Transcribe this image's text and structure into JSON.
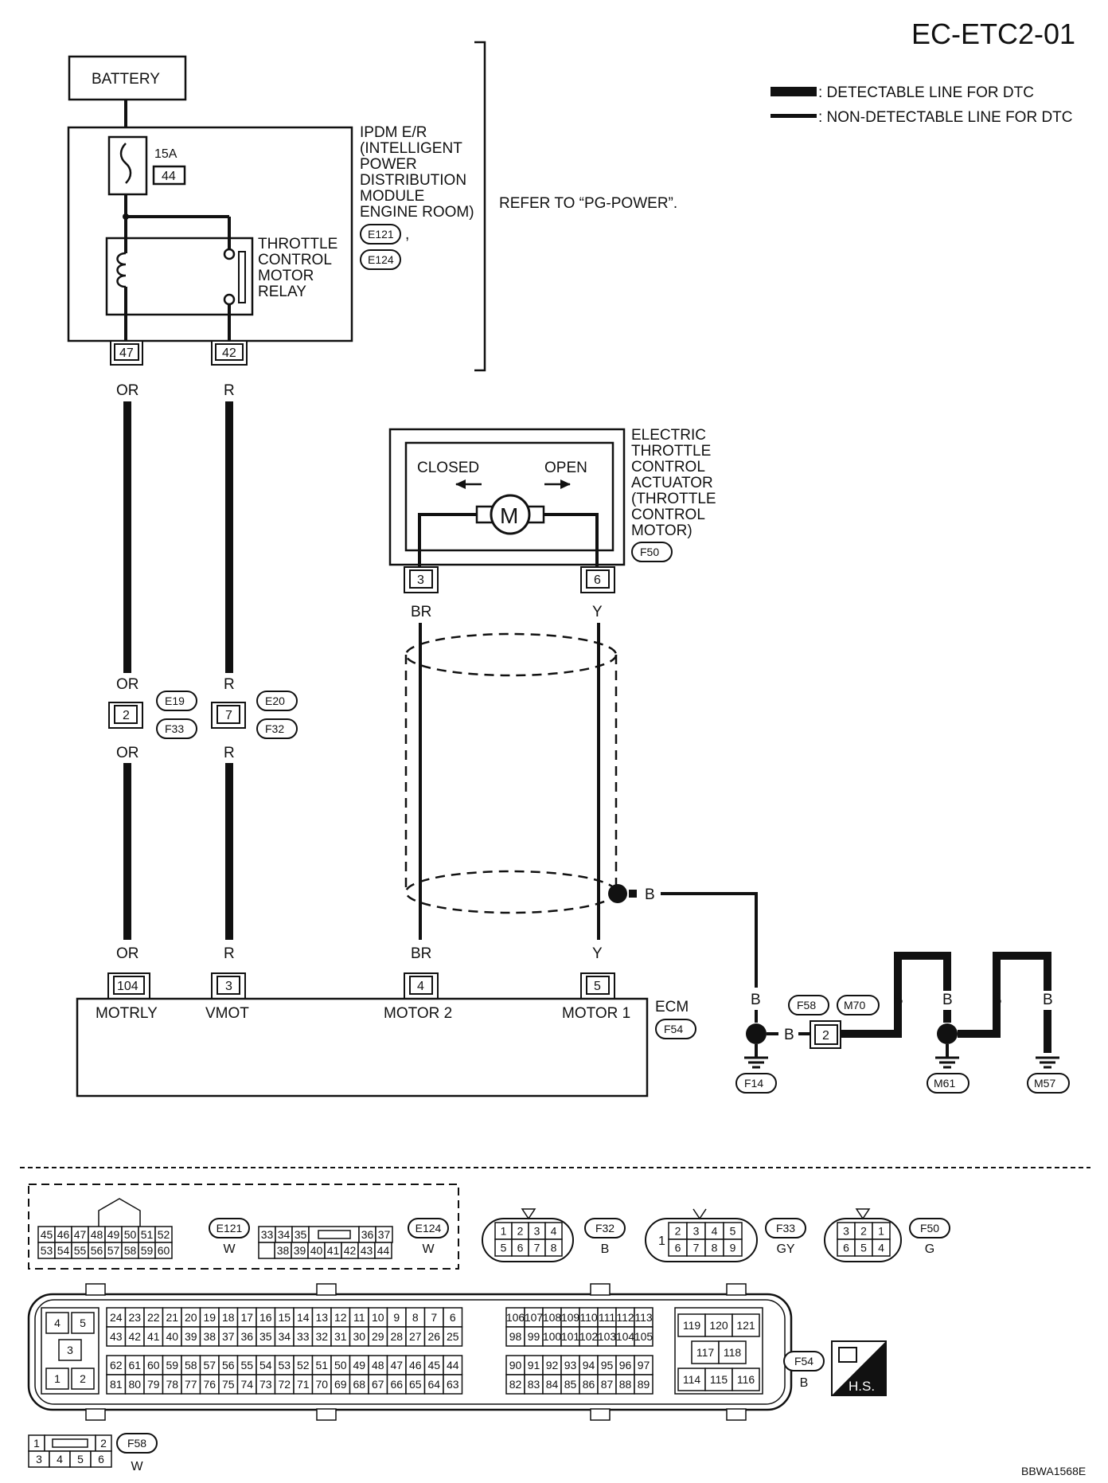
{
  "page_id": "EC-ETC2-01",
  "legend": {
    "detectable": ": DETECTABLE LINE FOR DTC",
    "non_detectable": ": NON-DETECTABLE LINE FOR DTC"
  },
  "battery": "BATTERY",
  "fuse": {
    "rating": "15A",
    "number": "44"
  },
  "ipdm": {
    "lines": [
      "IPDM E/R",
      "(INTELLIGENT",
      "POWER",
      "DISTRIBUTION",
      "MODULE",
      "ENGINE ROOM)"
    ],
    "connectors": [
      "E121",
      "E124"
    ],
    "separator": ","
  },
  "refer": "REFER TO “PG-POWER”.",
  "relay": {
    "lines": [
      "THROTTLE",
      "CONTROL",
      "MOTOR",
      "RELAY"
    ]
  },
  "ipdm_pins": [
    "47",
    "42"
  ],
  "wire_colors": {
    "or": "OR",
    "r": "R",
    "br": "BR",
    "y": "Y",
    "b": "B"
  },
  "actuator": {
    "lines": [
      "ELECTRIC",
      "THROTTLE",
      "CONTROL",
      "ACTUATOR",
      "(THROTTLE",
      "CONTROL",
      "MOTOR)"
    ],
    "connector": "F50",
    "closed": "CLOSED",
    "open": "OPEN",
    "motor": "M",
    "pins": [
      "3",
      "6"
    ]
  },
  "joint": {
    "pins": [
      "2",
      "7"
    ],
    "connectors_top": [
      "E19",
      "E20"
    ],
    "connectors_bottom": [
      "F33",
      "F32"
    ]
  },
  "ecm": {
    "name": "ECM",
    "connector": "F54",
    "pins": [
      "104",
      "3",
      "4",
      "5"
    ],
    "terminals": [
      "MOTRLY",
      "VMOT",
      "MOTOR 2",
      "MOTOR 1"
    ]
  },
  "ground": {
    "joint_connectors": [
      "F58",
      "M70"
    ],
    "joint_pin": "2",
    "grounds": [
      "F14",
      "M61",
      "M57"
    ]
  },
  "connector_views": {
    "e121": {
      "name": "E121",
      "color": "W",
      "top": [
        "45",
        "46",
        "47",
        "48",
        "49",
        "50",
        "51",
        "52"
      ],
      "bottom": [
        "53",
        "54",
        "55",
        "56",
        "57",
        "58",
        "59",
        "60"
      ]
    },
    "e124": {
      "name": "E124",
      "color": "W",
      "top": [
        "33",
        "34",
        "35",
        "36",
        "37"
      ],
      "bottom": [
        "38",
        "39",
        "40",
        "41",
        "42",
        "43",
        "44"
      ]
    },
    "f32": {
      "name": "F32",
      "color": "B",
      "top": [
        "1",
        "2",
        "3",
        "4"
      ],
      "bottom": [
        "5",
        "6",
        "7",
        "8"
      ]
    },
    "f33": {
      "name": "F33",
      "color": "GY",
      "left": "1",
      "top": [
        "2",
        "3",
        "4",
        "5"
      ],
      "bottom": [
        "6",
        "7",
        "8",
        "9"
      ]
    },
    "f50": {
      "name": "F50",
      "color": "G",
      "top": [
        "3",
        "2",
        "1"
      ],
      "bottom": [
        "6",
        "5",
        "4"
      ]
    },
    "f54": {
      "name": "F54",
      "color": "B",
      "left_block": [
        "4",
        "5",
        "3",
        "1",
        "2"
      ],
      "row1": [
        "24",
        "23",
        "22",
        "21",
        "20",
        "19",
        "18",
        "17",
        "16",
        "15",
        "14",
        "13",
        "12",
        "11",
        "10",
        "9",
        "8",
        "7",
        "6"
      ],
      "row2": [
        "43",
        "42",
        "41",
        "40",
        "39",
        "38",
        "37",
        "36",
        "35",
        "34",
        "33",
        "32",
        "31",
        "30",
        "29",
        "28",
        "27",
        "26",
        "25"
      ],
      "row3": [
        "62",
        "61",
        "60",
        "59",
        "58",
        "57",
        "56",
        "55",
        "54",
        "53",
        "52",
        "51",
        "50",
        "49",
        "48",
        "47",
        "46",
        "45",
        "44"
      ],
      "row4": [
        "81",
        "80",
        "79",
        "78",
        "77",
        "76",
        "75",
        "74",
        "73",
        "72",
        "71",
        "70",
        "69",
        "68",
        "67",
        "66",
        "65",
        "64",
        "63"
      ],
      "row5": [
        "106",
        "107",
        "108",
        "109",
        "110",
        "111",
        "112",
        "113"
      ],
      "row6": [
        "98",
        "99",
        "100",
        "101",
        "102",
        "103",
        "104",
        "105"
      ],
      "row7": [
        "90",
        "91",
        "92",
        "93",
        "94",
        "95",
        "96",
        "97"
      ],
      "row8": [
        "82",
        "83",
        "84",
        "85",
        "86",
        "87",
        "88",
        "89"
      ],
      "right_block": [
        "119",
        "120",
        "121",
        "117",
        "118",
        "114",
        "115",
        "116"
      ]
    },
    "f58": {
      "name": "F58",
      "color": "W",
      "top": [
        "1",
        "2"
      ],
      "bottom": [
        "3",
        "4",
        "5",
        "6"
      ]
    }
  },
  "hs": "H.S.",
  "footer_code": "BBWA1568E"
}
